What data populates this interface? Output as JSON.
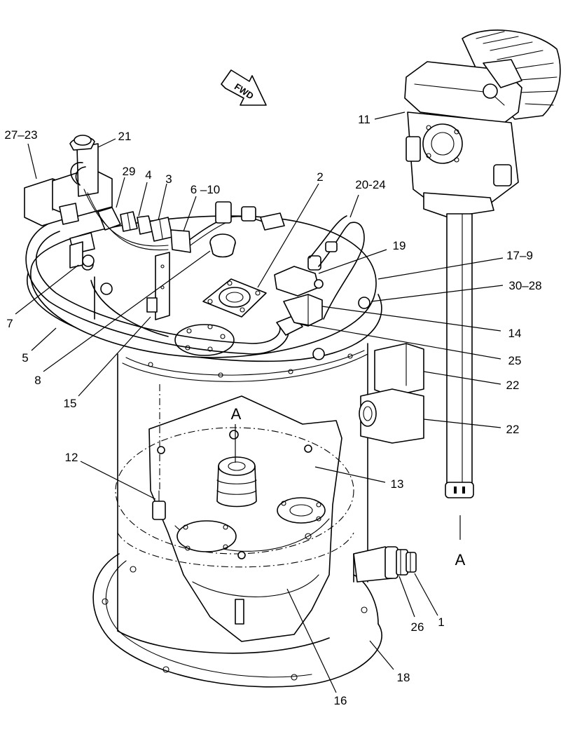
{
  "fwd_arrow": {
    "label": "FWD"
  },
  "view_marker": {
    "top": "A",
    "bottom": "A"
  },
  "callouts": [
    {
      "id": "c-27-23",
      "label": "27–23"
    },
    {
      "id": "c-21",
      "label": "21"
    },
    {
      "id": "c-29",
      "label": "29"
    },
    {
      "id": "c-4",
      "label": "4"
    },
    {
      "id": "c-3",
      "label": "3"
    },
    {
      "id": "c-6-10",
      "label": "6 –10"
    },
    {
      "id": "c-2",
      "label": "2"
    },
    {
      "id": "c-20-24",
      "label": "20-24"
    },
    {
      "id": "c-11",
      "label": "11"
    },
    {
      "id": "c-19",
      "label": "19"
    },
    {
      "id": "c-17-9",
      "label": "17–9"
    },
    {
      "id": "c-30-28",
      "label": "30–28"
    },
    {
      "id": "c-14",
      "label": "14"
    },
    {
      "id": "c-25",
      "label": "25"
    },
    {
      "id": "c-22a",
      "label": "22"
    },
    {
      "id": "c-22b",
      "label": "22"
    },
    {
      "id": "c-7",
      "label": "7"
    },
    {
      "id": "c-5",
      "label": "5"
    },
    {
      "id": "c-8",
      "label": "8"
    },
    {
      "id": "c-15",
      "label": "15"
    },
    {
      "id": "c-12",
      "label": "12"
    },
    {
      "id": "c-13",
      "label": "13"
    },
    {
      "id": "c-26",
      "label": "26"
    },
    {
      "id": "c-1",
      "label": "1"
    },
    {
      "id": "c-18",
      "label": "18"
    },
    {
      "id": "c-16",
      "label": "16"
    }
  ]
}
